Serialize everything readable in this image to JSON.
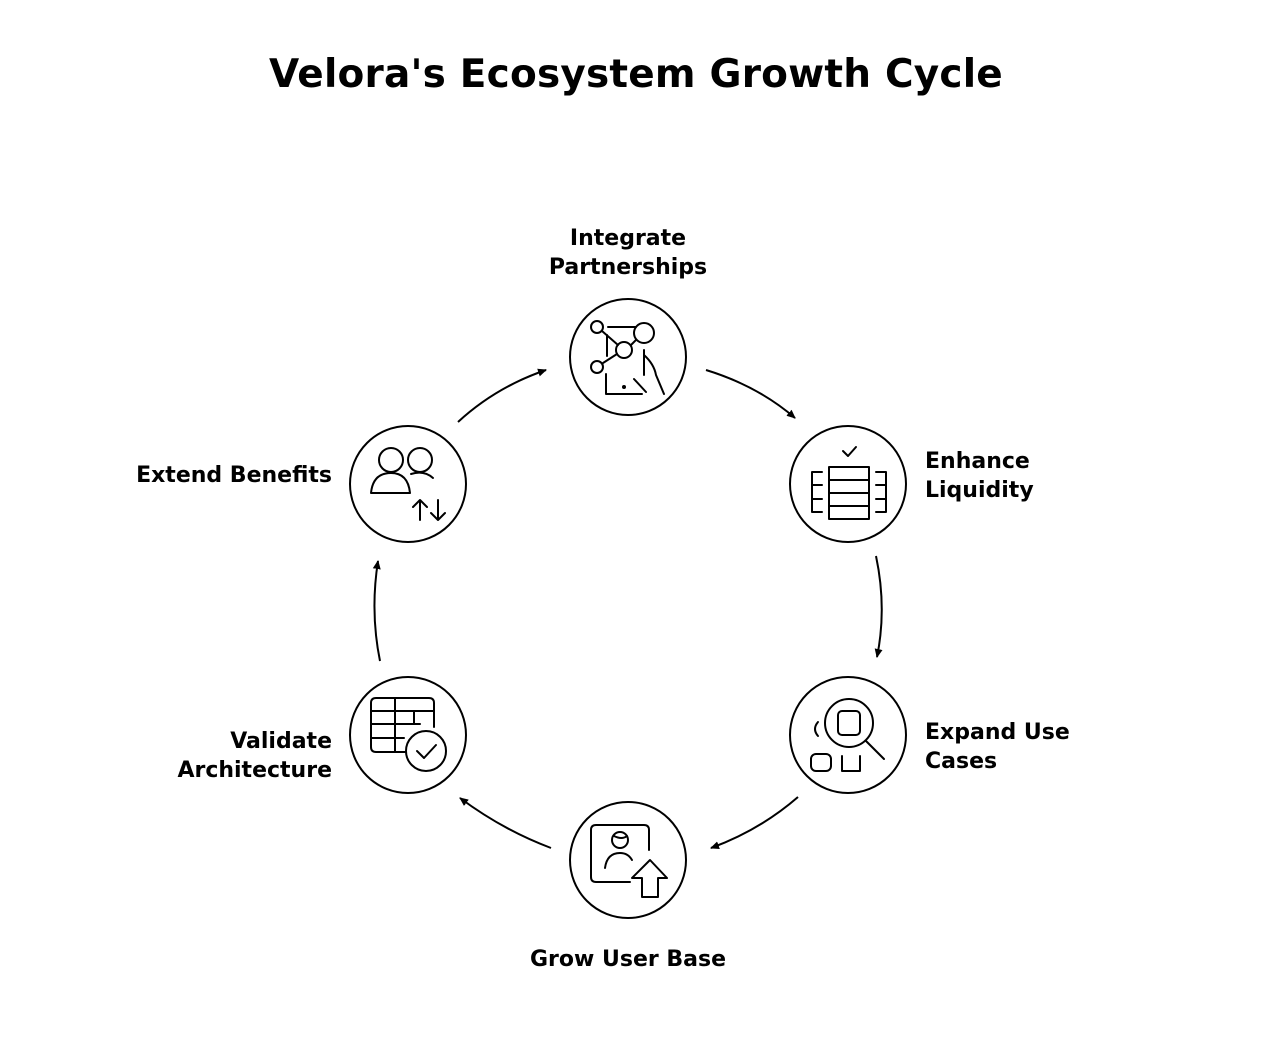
{
  "title": "Velora's Ecosystem Growth Cycle",
  "steps": [
    {
      "line1": "Integrate",
      "line2": "Partnerships",
      "icon": "network-hand-icon"
    },
    {
      "line1": "Enhance",
      "line2": "Liquidity",
      "icon": "liquidity-stack-icon"
    },
    {
      "line1": "Expand Use",
      "line2": "Cases",
      "icon": "search-shapes-icon"
    },
    {
      "line1": "Grow User Base",
      "line2": "",
      "icon": "user-growth-icon"
    },
    {
      "line1": "Validate",
      "line2": "Architecture",
      "icon": "table-check-icon"
    },
    {
      "line1": "Extend Benefits",
      "line2": "",
      "icon": "users-exchange-icon"
    }
  ]
}
